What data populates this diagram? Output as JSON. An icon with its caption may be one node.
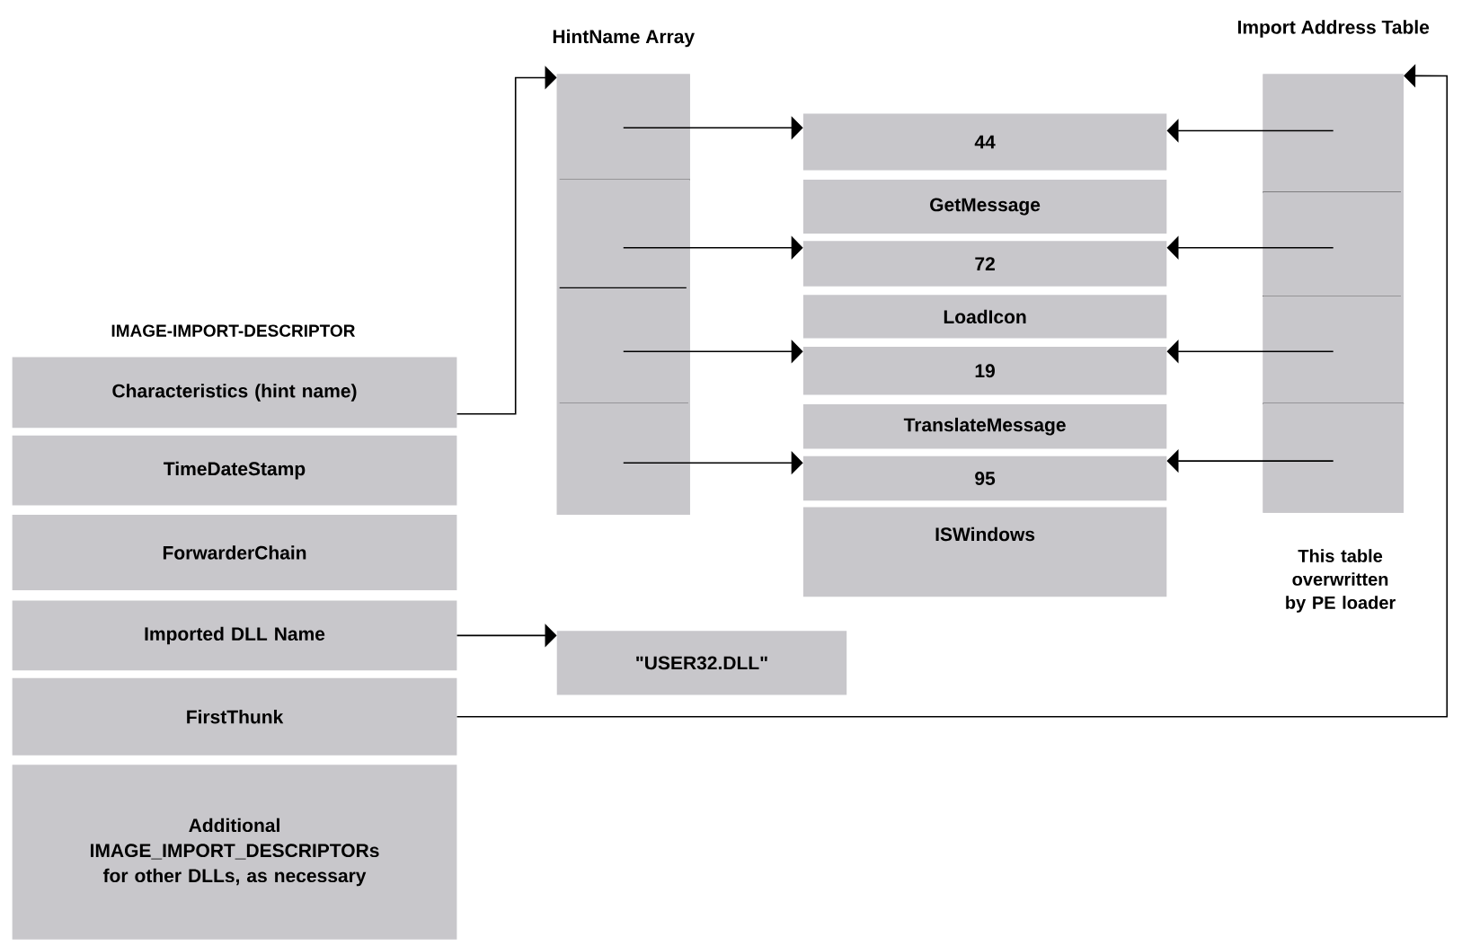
{
  "diagram": {
    "nodes": [
      {
        "text": [
          "Characteristics (hint name)"
        ]
      },
      {
        "text": [
          "TimeDateStamp"
        ]
      },
      {
        "text": [
          "ForwarderChain"
        ]
      },
      {
        "text": [
          "Imported DLL Name"
        ]
      },
      {
        "text": [
          "FirstThunk"
        ]
      },
      {
        "text": [
          "Additional IMAGE_IMPORT_DESCRIPTORs for other DLLs, as necessary"
        ]
      },
      {
        "text": [
          "HintName Array"
        ]
      },
      {
        "text": [],
        "shape": "box",
        "in": 6
      },
      {
        "text": [],
        "shape": "box",
        "in": 6
      },
      {
        "text": [],
        "shape": "box",
        "in": 6
      },
      {
        "text": [],
        "shape": "box",
        "in": 6
      },
      {
        "text": [
          "44"
        ]
      },
      {
        "text": [
          "GetMessage"
        ]
      },
      {
        "text": [
          "72"
        ]
      },
      {
        "text": [
          "LoadIcon"
        ]
      },
      {
        "text": [
          "19"
        ]
      },
      {
        "text": [
          "TranslateMessage"
        ]
      },
      {
        "text": [
          "95"
        ]
      },
      {
        "text": [
          "ISWindows"
        ]
      },
      {
        "text": [
          "Import Address Table"
        ],
        "beside": [
          "This table overwritten by PE loader"
        ]
      },
      {
        "text": [],
        "shape": "box",
        "in": 19
      },
      {
        "text": [],
        "shape": "box",
        "in": 19
      },
      {
        "text": [],
        "shape": "box",
        "in": 19
      },
      {
        "text": [],
        "shape": "box",
        "in": 19
      },
      {
        "text": [
          "\"USER32.DLL\""
        ]
      }
    ],
    "edges": [
      {
        "from": 0,
        "to": 6,
        "arrow": "to"
      },
      {
        "from": 7,
        "to": 11,
        "arrow": "to"
      },
      {
        "from": 8,
        "to": 13,
        "arrow": "to"
      },
      {
        "from": 9,
        "to": 15,
        "arrow": "to"
      },
      {
        "from": 10,
        "to": 17,
        "arrow": "to"
      },
      {
        "from": 20,
        "to": 11,
        "arrow": "to"
      },
      {
        "from": 21,
        "to": 13,
        "arrow": "to"
      },
      {
        "from": 22,
        "to": 15,
        "arrow": "to"
      },
      {
        "from": 23,
        "to": 17,
        "arrow": "to"
      },
      {
        "from": 3,
        "to": 24,
        "arrow": "to"
      },
      {
        "from": 4,
        "to": 19,
        "arrow": "to"
      }
    ],
    "labels": [
      "IMAGE-IMPORT-DESCRIPTOR"
    ]
  }
}
